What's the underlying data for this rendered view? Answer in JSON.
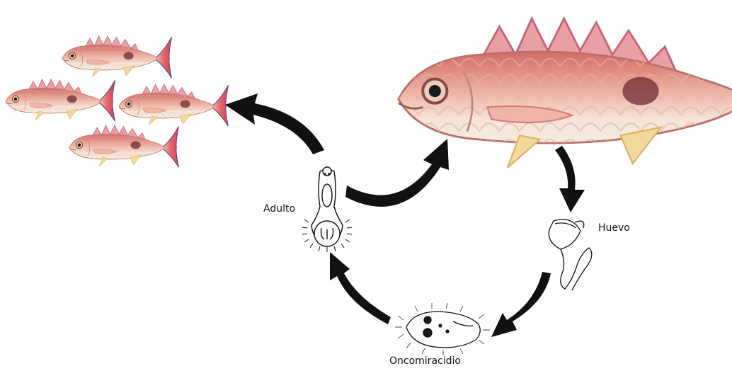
{
  "diagram": {
    "labels": {
      "adult": "Adulto",
      "egg": "Huevo",
      "oncomiracidium": "Oncomiracidio"
    },
    "colors": {
      "background": "#ffffff",
      "arrow": "#111111",
      "fish_body": "#f3ddcf",
      "fish_back": "#d8736d",
      "fin_red": "#e0585a",
      "fin_blue_edge": "#4a3d8c",
      "fin_yellow": "#f2d99b",
      "spot": "#6e2a33",
      "line_art": "#111111"
    }
  }
}
